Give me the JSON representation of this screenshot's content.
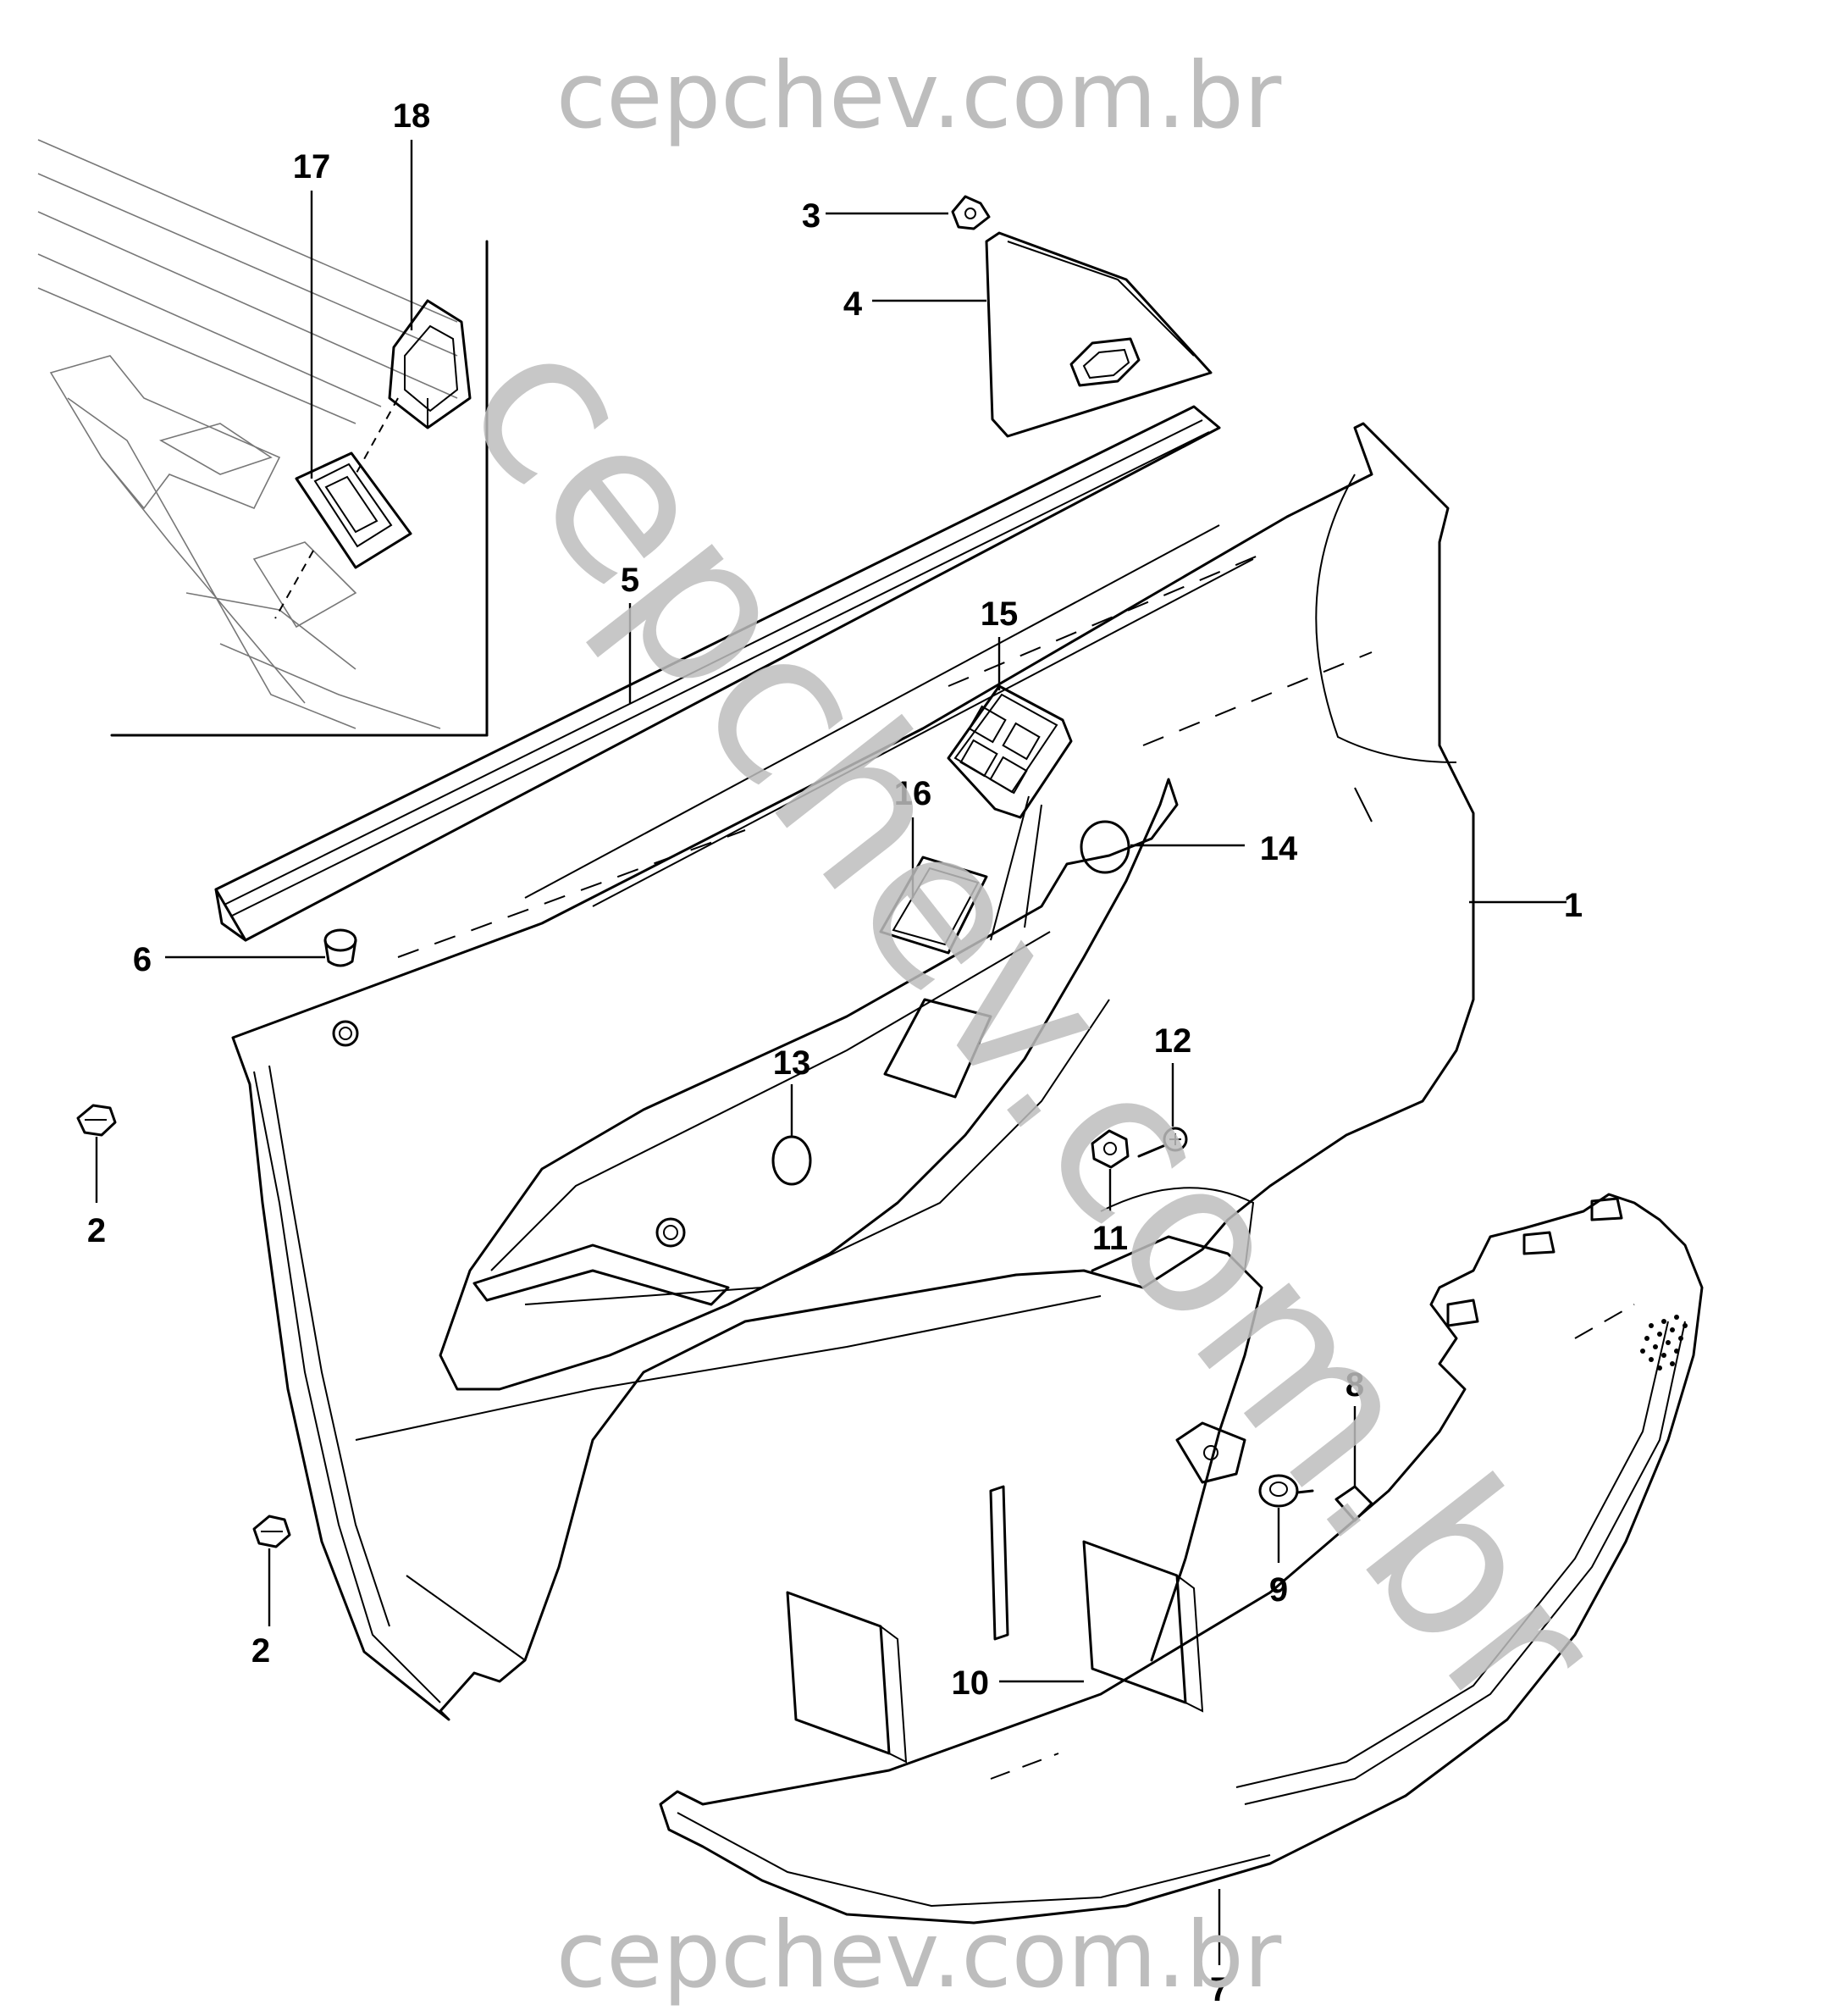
{
  "watermark": {
    "top": "cepchev.com.br",
    "bottom": "cepchev.com.br",
    "diagonal": "cepchev.com.br",
    "color": "#bdbdbd"
  },
  "callouts": [
    {
      "id": "1",
      "label": "1"
    },
    {
      "id": "2a",
      "label": "2"
    },
    {
      "id": "2b",
      "label": "2"
    },
    {
      "id": "3",
      "label": "3"
    },
    {
      "id": "4",
      "label": "4"
    },
    {
      "id": "5",
      "label": "5"
    },
    {
      "id": "6",
      "label": "6"
    },
    {
      "id": "7",
      "label": "7"
    },
    {
      "id": "8",
      "label": "8"
    },
    {
      "id": "9",
      "label": "9"
    },
    {
      "id": "10",
      "label": "10"
    },
    {
      "id": "11",
      "label": "11"
    },
    {
      "id": "12",
      "label": "12"
    },
    {
      "id": "13",
      "label": "13"
    },
    {
      "id": "14",
      "label": "14"
    },
    {
      "id": "15",
      "label": "15"
    },
    {
      "id": "16",
      "label": "16"
    },
    {
      "id": "17",
      "label": "17"
    },
    {
      "id": "18",
      "label": "18"
    }
  ]
}
